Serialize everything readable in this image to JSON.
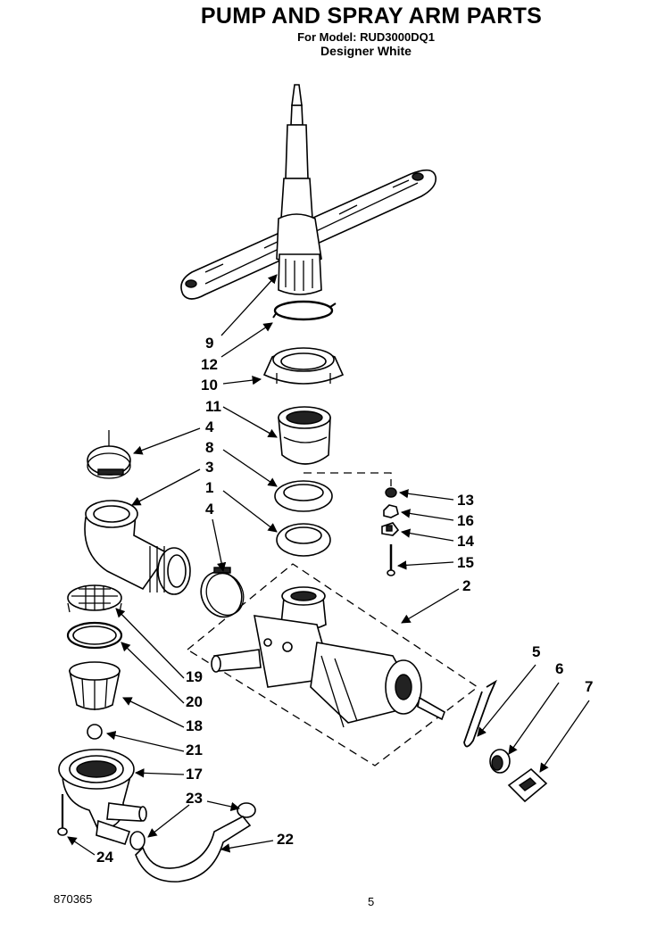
{
  "header": {
    "title": "PUMP AND SPRAY ARM PARTS",
    "model_line": "For Model: RUD3000DQ1",
    "variant": "Designer White"
  },
  "footer": {
    "document_number": "870365",
    "page_number": "5"
  },
  "callouts": [
    "9",
    "12",
    "10",
    "11",
    "4",
    "8",
    "3",
    "1",
    "4",
    "13",
    "16",
    "14",
    "15",
    "2",
    "5",
    "6",
    "7",
    "19",
    "20",
    "18",
    "21",
    "17",
    "23",
    "22",
    "24"
  ]
}
